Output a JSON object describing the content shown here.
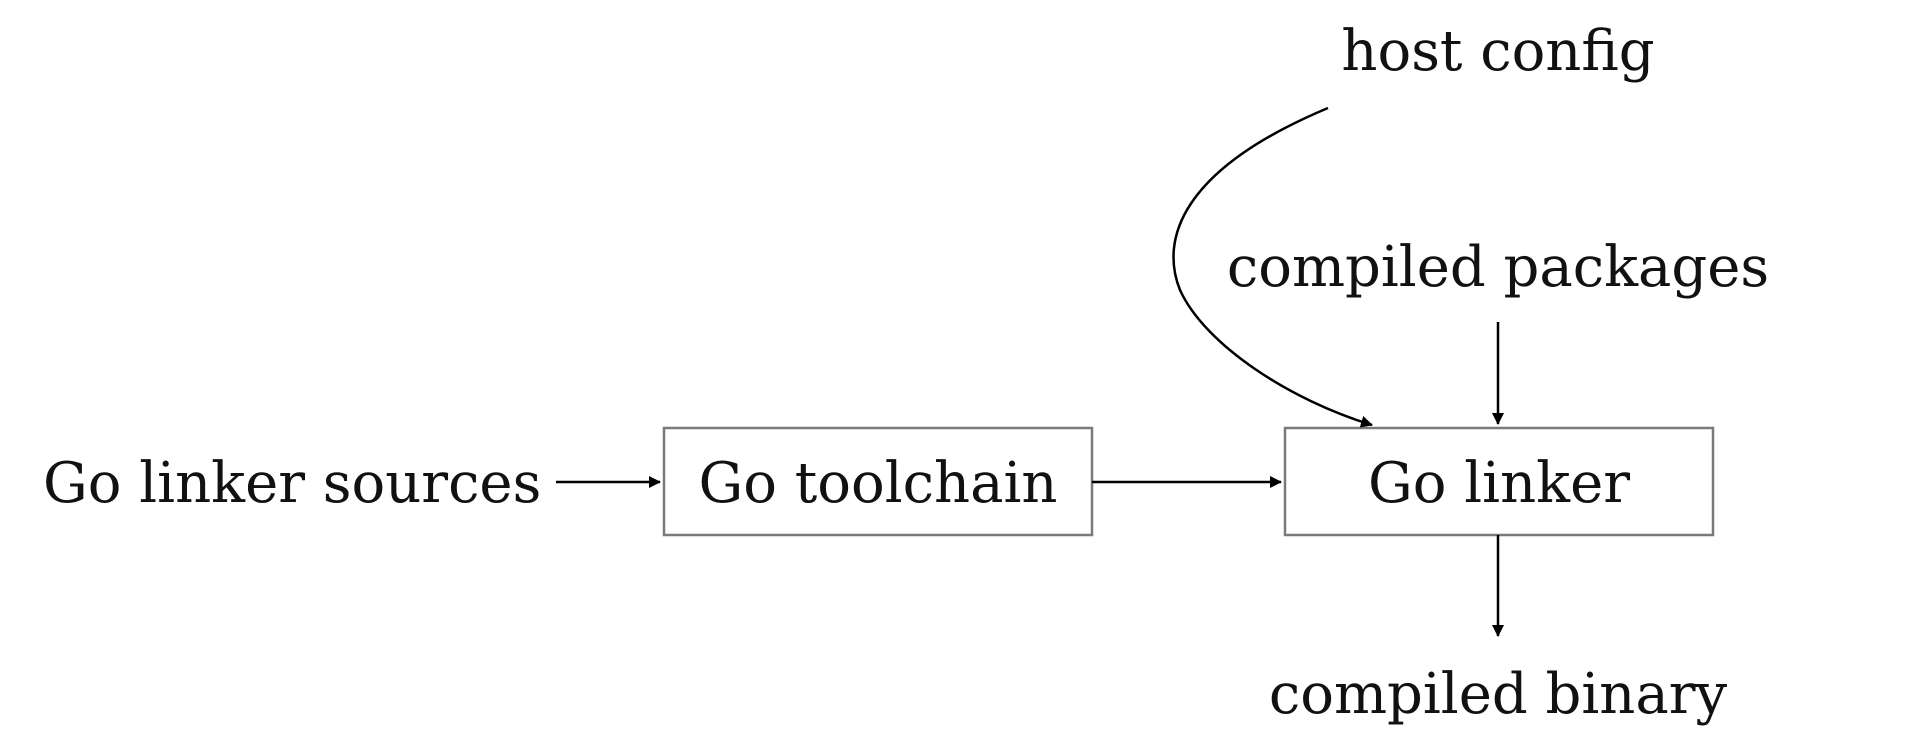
{
  "nodes": {
    "linker_sources": "Go linker sources",
    "toolchain": "Go toolchain",
    "linker": "Go linker",
    "host_config": "host config",
    "compiled_packages": "compiled packages",
    "compiled_binary": "compiled binary"
  },
  "colors": {
    "text": "#111111",
    "edge": "#000000",
    "box_border": "#7a7a7a",
    "background": "#ffffff"
  }
}
